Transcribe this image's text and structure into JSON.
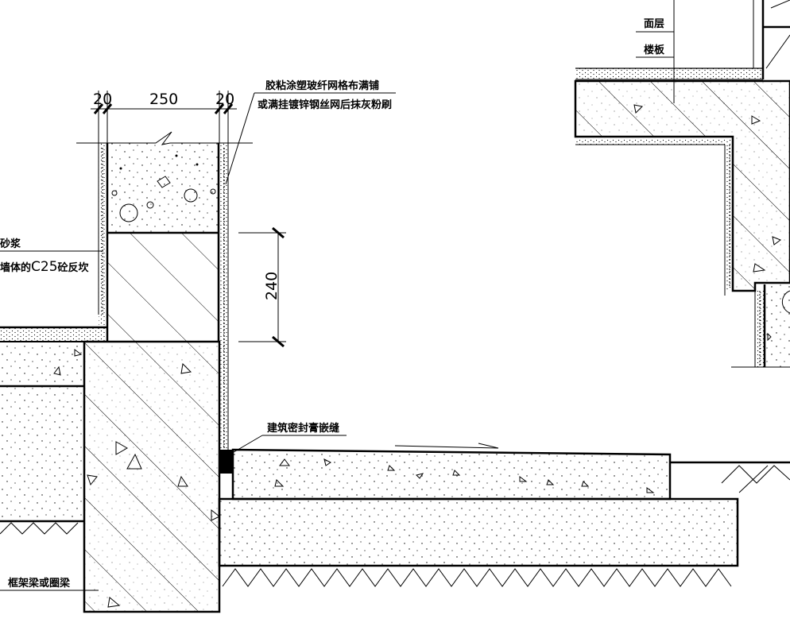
{
  "dimensions": {
    "left_gap": "20",
    "wall_width": "250",
    "right_gap": "20",
    "beam_height": "240"
  },
  "labels": {
    "mesh_note_line1": "胶粘涂塑玻纤网格布满铺",
    "mesh_note_line2": "或满挂镀锌钢丝网后抹灰粉刷",
    "left_note_line1": "砂浆",
    "left_note_line2_cjk": "墙体的",
    "left_note_line2_grade": "C25",
    "left_note_line2_tail": "砼反坎",
    "sealant": "建筑密封膏嵌缝",
    "beam": "框架梁或圈梁",
    "surface_layer": "面层",
    "floor_slab": "楼板"
  }
}
